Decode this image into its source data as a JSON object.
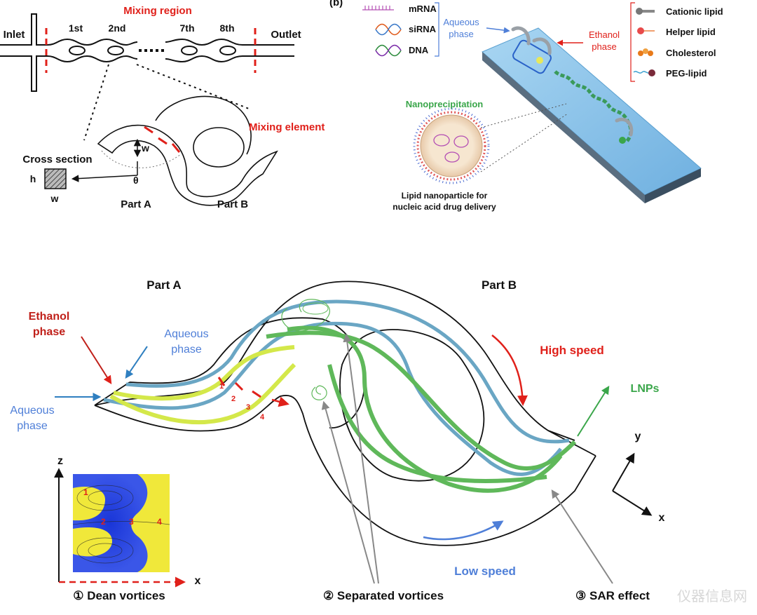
{
  "colors": {
    "red": "#e0201a",
    "blue": "#4f7fd8",
    "green": "#3aa64a",
    "ethanol_line": "#d4e84a",
    "aqueous_line": "#6aa6c4",
    "mix_line": "#5fb85a",
    "chip_blue": "#8fc4ea",
    "dean_blue": "#1a36d8",
    "dean_yellow": "#f0e83a"
  },
  "panel_a": {
    "mixing_region": "Mixing region",
    "inlet": "Inlet",
    "outlet": "Outlet",
    "elements": [
      "1st",
      "2nd",
      "7th",
      "8th"
    ],
    "mixing_element": "Mixing element",
    "cross_section": "Cross section",
    "h": "h",
    "w_cross": "w",
    "w_element": "w",
    "theta": "θ",
    "part_a": "Part A",
    "part_b": "Part B"
  },
  "panel_b": {
    "tag": "(b)",
    "cargo": [
      "mRNA",
      "siRNA",
      "DNA"
    ],
    "aqueous_phase": [
      "Aqueous",
      "phase"
    ],
    "ethanol_phase": [
      "Ethanol",
      "phase"
    ],
    "lipids": [
      "Cationic lipid",
      "Helper lipid",
      "Cholesterol",
      "PEG-lipid"
    ],
    "nanoprecipitation": "Nanoprecipitation",
    "lnp_caption": [
      "Lipid nanoparticle for",
      "nucleic acid drug delivery"
    ]
  },
  "panel_c": {
    "part_a": "Part A",
    "part_b": "Part B",
    "ethanol_phase": [
      "Ethanol",
      "phase"
    ],
    "aqueous_phase_top": [
      "Aqueous",
      "phase"
    ],
    "aqueous_phase_left": [
      "Aqueous",
      "phase"
    ],
    "high_speed": "High speed",
    "low_speed": "Low speed",
    "lnps": "LNPs",
    "section_markers": [
      "1",
      "2",
      "3",
      "4"
    ],
    "dean_markers": [
      "1",
      "2",
      "3",
      "4"
    ],
    "axis_z": "z",
    "axis_x_inset": "x",
    "axis_y": "y",
    "axis_x": "x",
    "effects": [
      "① Dean vortices",
      "② Separated vortices",
      "③ SAR effect"
    ]
  },
  "watermark": "仪器信息网"
}
